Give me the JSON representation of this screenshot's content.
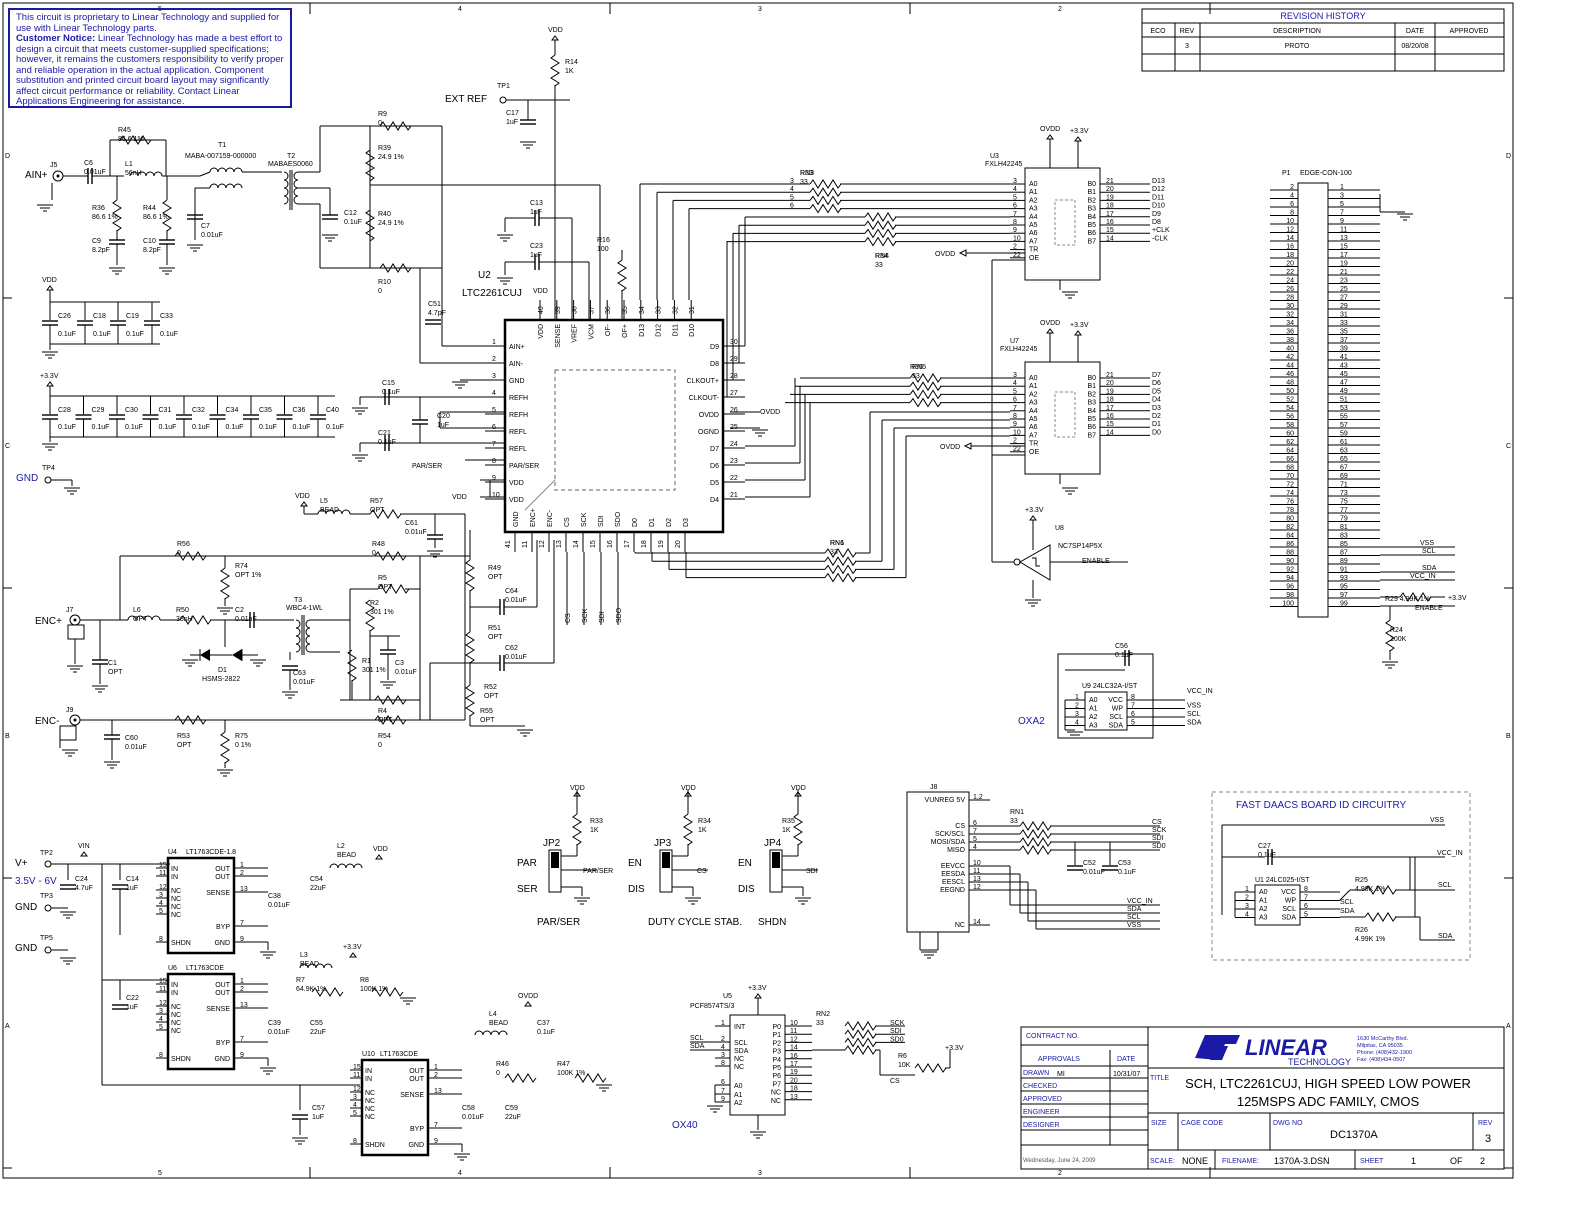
{
  "notice": {
    "line1": "This circuit is proprietary to Linear Technology and supplied for use with Linear Technology parts.",
    "bold": "Customer Notice:",
    "line2": "Linear Technology has made a best effort to design a circuit that meets customer-supplied specifications; however, it remains the customers responsibility to verify proper and reliable operation in the actual application. Component substitution and printed circuit board layout may significantly affect circuit performance or reliability. Contact Linear Applications Engineering for assistance."
  },
  "border": {
    "top": [
      "5",
      "4",
      "3",
      "2"
    ],
    "bottom": [
      "5",
      "4",
      "3",
      "2"
    ],
    "left": [
      "D",
      "C",
      "B",
      "A"
    ],
    "right": [
      "D",
      "C",
      "B",
      "A"
    ]
  },
  "revision": {
    "title": "REVISION HISTORY",
    "headers": [
      "ECO",
      "REV",
      "DESCRIPTION",
      "DATE",
      "APPROVED"
    ],
    "row": [
      "",
      "3",
      "PROTO",
      "08/20/08",
      ""
    ]
  },
  "titleblock": {
    "contract": "CONTRACT NO.",
    "approvals": "APPROVALS",
    "date": "DATE",
    "rows": [
      "DRAWN",
      "CHECKED",
      "APPROVED",
      "ENGINEER",
      "DESIGNER"
    ],
    "drawn_by": "MI",
    "drawn_date": "10/31/07",
    "logo_top": "LINEAR",
    "logo_sub": "TECHNOLOGY",
    "address": [
      "1630 McCarthy Blvd.",
      "Milpitas, CA 95035",
      "Phone: (408)432-1900",
      "Fax: (408)434-0507"
    ],
    "title_label": "TITLE",
    "title1": "SCH, LTC2261CUJ, HIGH SPEED LOW POWER",
    "title2": "125MSPS ADC FAMILY, CMOS",
    "size": "SIZE",
    "cage": "CAGE CODE",
    "dwg": "DWG NO",
    "dwg_no": "DC1370A",
    "rev_label": "REV",
    "rev": "3",
    "scale_label": "SCALE:",
    "scale": "NONE",
    "filename_label": "FILENAME:",
    "filename": "1370A-3.DSN",
    "sheet_label": "SHEET",
    "sheet": "1",
    "of_label": "OF",
    "of": "2",
    "print_date": "Wednesday, June 24, 2009"
  },
  "labels": {
    "ain": "AIN+",
    "ext_ref": "EXT REF",
    "tp1": "TP1",
    "gnd": "GND",
    "tp4": "TP4",
    "enc_p": "ENC+",
    "enc_n": "ENC-",
    "j5": "J5",
    "j7": "J7",
    "j9": "J9",
    "vplus": "V+",
    "vrange": "3.5V - 6V",
    "tp2": "TP2",
    "tp3": "TP3",
    "tp5": "TP5",
    "vdd": "VDD",
    "v33": "+3.3V",
    "ovdd": "OVDD",
    "vin": "VIN",
    "oxa2": "OXA2",
    "ox40": "OX40",
    "fast_daacs": "FAST DAACS BOARD ID CIRCUITRY",
    "u2": "U2",
    "u2_part": "LTC2261CUJ",
    "u3": "U3",
    "u3_part": "FXLH42245",
    "u7": "U7",
    "u7_part": "FXLH42245",
    "u8": "U8",
    "u8_part": "NC7SP14P5X",
    "p1": "P1",
    "p1_part": "EDGE-CON-100",
    "u4": "U4",
    "u4_part": "LT1763CDE-1.8",
    "u6": "U6",
    "u6_part": "LT1763CDE",
    "u10": "U10",
    "u10_part": "LT1763CDE",
    "u5": "U5",
    "u5_part": "PCF8574TS/3",
    "u9_part": "U9   24LC32A-I/ST",
    "u1_part": "U1   24LC025-I/ST",
    "j8": "J8",
    "jp2": "JP2",
    "jp3": "JP3",
    "jp4": "JP4",
    "par": "PAR",
    "ser": "SER",
    "par_ser": "PAR/SER",
    "en": "EN",
    "dis": "DIS",
    "duty": "DUTY CYCLE STAB.",
    "shdn": "SHDN",
    "enable": "ENABLE",
    "t1": "T1",
    "t1_part": "MABA-007159-000000",
    "t2": "T2",
    "t2_part": "MABAES0060",
    "t3": "T3",
    "t3_part": "WBC4-1WL",
    "d1": "D1",
    "d1_part": "HSMS-2822"
  },
  "u2_left_pins": [
    [
      "1",
      "AIN+"
    ],
    [
      "2",
      "AIN-"
    ],
    [
      "3",
      "GND"
    ],
    [
      "4",
      "REFH"
    ],
    [
      "5",
      "REFH"
    ],
    [
      "6",
      "REFL"
    ],
    [
      "7",
      "REFL"
    ],
    [
      "8",
      "PAR/SER"
    ],
    [
      "9",
      "VDD"
    ],
    [
      "10",
      "VDD"
    ]
  ],
  "u2_right_pins": [
    [
      "30",
      "D9"
    ],
    [
      "29",
      "D8"
    ],
    [
      "28",
      "CLKOUT+"
    ],
    [
      "27",
      "CLKOUT-"
    ],
    [
      "26",
      "OVDD"
    ],
    [
      "25",
      "OGND"
    ],
    [
      "24",
      "D7"
    ],
    [
      "23",
      "D6"
    ],
    [
      "22",
      "D5"
    ],
    [
      "21",
      "D4"
    ]
  ],
  "u2_top_pins": [
    [
      "40",
      "VDD"
    ],
    [
      "39",
      "SENSE"
    ],
    [
      "38",
      "VREF"
    ],
    [
      "37",
      "VCM"
    ],
    [
      "36",
      "OF-"
    ],
    [
      "35",
      "OF+"
    ],
    [
      "34",
      "D13"
    ],
    [
      "33",
      "D12"
    ],
    [
      "32",
      "D11"
    ],
    [
      "31",
      "D10"
    ]
  ],
  "u2_bottom_pins": [
    [
      "41",
      "GND"
    ],
    [
      "11",
      "ENC+"
    ],
    [
      "12",
      "ENC-"
    ],
    [
      "13",
      "CS"
    ],
    [
      "14",
      "SCK"
    ],
    [
      "15",
      "SDI"
    ],
    [
      "16",
      "SDO"
    ],
    [
      "17",
      "D0"
    ],
    [
      "18",
      "D1"
    ],
    [
      "19",
      "D2"
    ],
    [
      "20",
      "D3"
    ]
  ],
  "u3_left_pins": [
    [
      "3",
      "A0"
    ],
    [
      "4",
      "A1"
    ],
    [
      "5",
      "A2"
    ],
    [
      "6",
      "A3"
    ],
    [
      "7",
      "A4"
    ],
    [
      "8",
      "A5"
    ],
    [
      "9",
      "A6"
    ],
    [
      "10",
      "A7"
    ],
    [
      "2",
      "TR"
    ],
    [
      "22",
      "OE"
    ]
  ],
  "u3_right_pins": [
    [
      "21",
      "B0"
    ],
    [
      "20",
      "B1"
    ],
    [
      "19",
      "B2"
    ],
    [
      "18",
      "B3"
    ],
    [
      "17",
      "B4"
    ],
    [
      "16",
      "B5"
    ],
    [
      "15",
      "B6"
    ],
    [
      "14",
      "B7"
    ]
  ],
  "u3_nets": [
    "D13",
    "D12",
    "D11",
    "D10",
    "D9",
    "D8",
    "+CLK",
    "-CLK"
  ],
  "u7_nets": [
    "D7",
    "D6",
    "D5",
    "D4",
    "D3",
    "D2",
    "D1",
    "D0"
  ],
  "p1_left": [
    "2",
    "4",
    "6",
    "8",
    "10",
    "12",
    "14",
    "16",
    "18",
    "20",
    "22",
    "24",
    "26",
    "28",
    "30",
    "32",
    "34",
    "36",
    "38",
    "40",
    "42",
    "44",
    "46",
    "48",
    "50",
    "52",
    "54",
    "56",
    "58",
    "60",
    "62",
    "64",
    "66",
    "68",
    "70",
    "72",
    "74",
    "76",
    "78",
    "80",
    "82",
    "84",
    "86",
    "88",
    "90",
    "92",
    "94",
    "96",
    "98",
    "100"
  ],
  "p1_right": [
    "1",
    "3",
    "5",
    "7",
    "9",
    "11",
    "13",
    "15",
    "17",
    "19",
    "21",
    "23",
    "25",
    "27",
    "29",
    "31",
    "33",
    "35",
    "37",
    "39",
    "41",
    "43",
    "45",
    "47",
    "49",
    "51",
    "53",
    "55",
    "57",
    "59",
    "61",
    "63",
    "65",
    "67",
    "69",
    "71",
    "73",
    "75",
    "77",
    "79",
    "81",
    "83",
    "85",
    "87",
    "89",
    "91",
    "93",
    "95",
    "97",
    "99"
  ],
  "p1_nets": [
    "VSS",
    "SCL",
    "SDA",
    "VCC_IN",
    "R29  4.99K  1%",
    "ENABLE"
  ],
  "components": [
    {
      "ref": "R14",
      "val": "1K"
    },
    {
      "ref": "C17",
      "val": "1uF"
    },
    {
      "ref": "R9",
      "val": "0"
    },
    {
      "ref": "R39",
      "val": "24.9 1%"
    },
    {
      "ref": "R40",
      "val": "24.9 1%"
    },
    {
      "ref": "R10",
      "val": "0"
    },
    {
      "ref": "C12",
      "val": "0.1uF"
    },
    {
      "ref": "C13",
      "val": "1uF"
    },
    {
      "ref": "C23",
      "val": "1uF"
    },
    {
      "ref": "R16",
      "val": "100"
    },
    {
      "ref": "C51",
      "val": "4.7pF"
    },
    {
      "ref": "R45",
      "val": "86.6 1%"
    },
    {
      "ref": "C6",
      "val": "0.01uF"
    },
    {
      "ref": "L1",
      "val": "56nH"
    },
    {
      "ref": "R36",
      "val": "86.6 1%"
    },
    {
      "ref": "R44",
      "val": "86.6 1%"
    },
    {
      "ref": "C9",
      "val": "8.2pF"
    },
    {
      "ref": "C10",
      "val": "8.2pF"
    },
    {
      "ref": "C7",
      "val": "0.01uF"
    },
    {
      "ref": "C15",
      "val": "0.1uF"
    },
    {
      "ref": "C20",
      "val": "1uF"
    },
    {
      "ref": "C21",
      "val": "0.1uF"
    },
    {
      "ref": "L5",
      "val": "BEAD"
    },
    {
      "ref": "R57",
      "val": "OPT"
    },
    {
      "ref": "C61",
      "val": "0.01uF"
    },
    {
      "ref": "R56",
      "val": "0"
    },
    {
      "ref": "R48",
      "val": "0"
    },
    {
      "ref": "R74",
      "val": "OPT 1%"
    },
    {
      "ref": "R5",
      "val": "OPT"
    },
    {
      "ref": "R49",
      "val": "OPT"
    },
    {
      "ref": "C64",
      "val": "0.01uF"
    },
    {
      "ref": "R51",
      "val": "OPT"
    },
    {
      "ref": "C62",
      "val": "0.01uF"
    },
    {
      "ref": "R52",
      "val": "OPT"
    },
    {
      "ref": "R55",
      "val": "OPT"
    },
    {
      "ref": "L6",
      "val": "OPT"
    },
    {
      "ref": "R50",
      "val": "36nH"
    },
    {
      "ref": "C2",
      "val": "0.01uF"
    },
    {
      "ref": "R2",
      "val": "301 1%"
    },
    {
      "ref": "R1",
      "val": "301 1%"
    },
    {
      "ref": "C3",
      "val": "0.01uF"
    },
    {
      "ref": "C63",
      "val": "0.01uF"
    },
    {
      "ref": "R4",
      "val": "OPT"
    },
    {
      "ref": "C1",
      "val": "OPT"
    },
    {
      "ref": "C60",
      "val": "0.01uF"
    },
    {
      "ref": "R53",
      "val": "OPT"
    },
    {
      "ref": "R75",
      "val": "0 1%"
    },
    {
      "ref": "R54",
      "val": "0"
    },
    {
      "ref": "C24",
      "val": "4.7uF"
    },
    {
      "ref": "C14",
      "val": "1uF"
    },
    {
      "ref": "C38",
      "val": "0.01uF"
    },
    {
      "ref": "C54",
      "val": "22uF"
    },
    {
      "ref": "L2",
      "val": "BEAD"
    },
    {
      "ref": "C22",
      "val": "1uF"
    },
    {
      "ref": "L3",
      "val": "BEAD"
    },
    {
      "ref": "R7",
      "val": "64.9K 1%"
    },
    {
      "ref": "R8",
      "val": "100K 1%"
    },
    {
      "ref": "C39",
      "val": "0.01uF"
    },
    {
      "ref": "C55",
      "val": "22uF"
    },
    {
      "ref": "L4",
      "val": "BEAD"
    },
    {
      "ref": "C37",
      "val": "0.1uF"
    },
    {
      "ref": "R46",
      "val": "0"
    },
    {
      "ref": "R47",
      "val": "100K 1%"
    },
    {
      "ref": "C57",
      "val": "1uF"
    },
    {
      "ref": "C58",
      "val": "0.01uF"
    },
    {
      "ref": "C59",
      "val": "22uF"
    },
    {
      "ref": "R33",
      "val": "1K"
    },
    {
      "ref": "R34",
      "val": "1K"
    },
    {
      "ref": "R35",
      "val": "1K"
    },
    {
      "ref": "RN1",
      "val": "33"
    },
    {
      "ref": "RN2",
      "val": "33"
    },
    {
      "ref": "RN3",
      "val": "33"
    },
    {
      "ref": "RN4",
      "val": "33"
    },
    {
      "ref": "RN5",
      "val": "33"
    },
    {
      "ref": "RN6",
      "val": "33"
    },
    {
      "ref": "C52",
      "val": "0.01uF"
    },
    {
      "ref": "C53",
      "val": "0.1uF"
    },
    {
      "ref": "R6",
      "val": "10K"
    },
    {
      "ref": "C56",
      "val": "0.1uF"
    },
    {
      "ref": "R24",
      "val": "100K"
    },
    {
      "ref": "C27",
      "val": "0.1uF"
    },
    {
      "ref": "R25",
      "val": "4.99K 1%"
    },
    {
      "ref": "R26",
      "val": "4.99K 1%"
    }
  ],
  "caps_vdd": [
    [
      "C26",
      "0.1uF"
    ],
    [
      "C18",
      "0.1uF"
    ],
    [
      "C19",
      "0.1uF"
    ],
    [
      "C33",
      "0.1uF"
    ]
  ],
  "caps_33": [
    [
      "C28",
      "0.1uF"
    ],
    [
      "C29",
      "0.1uF"
    ],
    [
      "C30",
      "0.1uF"
    ],
    [
      "C31",
      "0.1uF"
    ],
    [
      "C32",
      "0.1uF"
    ],
    [
      "C34",
      "0.1uF"
    ],
    [
      "C35",
      "0.1uF"
    ],
    [
      "C36",
      "0.1uF"
    ],
    [
      "C40",
      "0.1uF"
    ]
  ],
  "ldo_pins_left": [
    [
      "15",
      "IN"
    ],
    [
      "11",
      "IN"
    ],
    [
      "12",
      "NC"
    ],
    [
      "3",
      "NC"
    ],
    [
      "4",
      "NC"
    ],
    [
      "5",
      "NC"
    ],
    [
      "8",
      "SHDN"
    ]
  ],
  "ldo_pins_right": [
    [
      "OUT",
      "1"
    ],
    [
      "OUT",
      "2"
    ],
    [
      "SENSE",
      "13"
    ],
    [
      "BYP",
      "7"
    ],
    [
      "GND",
      "9"
    ]
  ],
  "j8_pins": [
    [
      "VUNREG 5V",
      "1,2"
    ],
    [
      "CS",
      "6"
    ],
    [
      "SCK/SCL",
      "7"
    ],
    [
      "MOSI/SDA",
      "5"
    ],
    [
      "MISO",
      "4"
    ],
    [
      "EEVCC",
      "10"
    ],
    [
      "EESDA",
      "11"
    ],
    [
      "EESCL",
      "13"
    ],
    [
      "EEGND",
      "12"
    ],
    [
      "NC",
      "14"
    ]
  ],
  "j8_nets": [
    "CS",
    "SCK",
    "SDI",
    "SD0",
    "VCC_IN",
    "SDA",
    "SCL",
    "VSS"
  ],
  "u9_pins": [
    [
      "1",
      "A0",
      "VCC",
      "8"
    ],
    [
      "2",
      "A1",
      "WP",
      "7"
    ],
    [
      "3",
      "A2",
      "SCL",
      "6"
    ],
    [
      "4",
      "A3",
      "SDA",
      "5"
    ]
  ],
  "u9_nets": [
    "VCC_IN",
    "VSS",
    "SCL",
    "SDA"
  ],
  "u1_pins": [
    [
      "1",
      "A0",
      "VCC",
      "8"
    ],
    [
      "2",
      "A1",
      "WP",
      "7"
    ],
    [
      "3",
      "A2",
      "SCL",
      "6"
    ],
    [
      "4",
      "A3",
      "SDA",
      "5"
    ]
  ],
  "u1_nets": [
    "VSS",
    "VCC_IN",
    "SCL",
    "SCL",
    "SDA",
    "SDA"
  ],
  "u5_pins_left": [
    [
      "1",
      "INT"
    ],
    [
      "2",
      "SCL"
    ],
    [
      "4",
      "SDA"
    ],
    [
      "3",
      "NC"
    ],
    [
      "8",
      "NC"
    ],
    [
      "6",
      "A0"
    ],
    [
      "7",
      "A1"
    ],
    [
      "9",
      "A2"
    ]
  ],
  "u5_pins_right": [
    [
      "P0",
      "10"
    ],
    [
      "P1",
      "11"
    ],
    [
      "P2",
      "12"
    ],
    [
      "P3",
      "14"
    ],
    [
      "P4",
      "16"
    ],
    [
      "P5",
      "17"
    ],
    [
      "P6",
      "19"
    ],
    [
      "P7",
      "20"
    ],
    [
      "NC",
      "18"
    ],
    [
      "NC",
      "13"
    ]
  ],
  "u5_nets": [
    "SCL",
    "SDA",
    "SCK",
    "SDI",
    "SD0",
    "CS"
  ]
}
